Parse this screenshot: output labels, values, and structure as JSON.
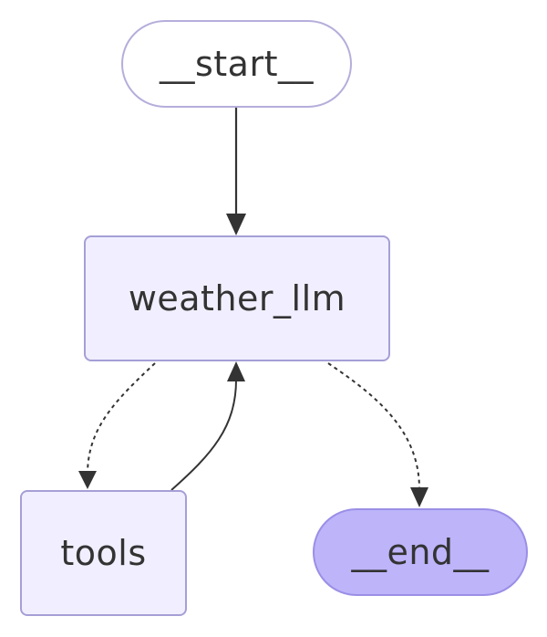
{
  "graph": {
    "nodes": {
      "start": {
        "label": "__start__"
      },
      "weather_llm": {
        "label": "weather_llm"
      },
      "tools": {
        "label": "tools"
      },
      "end": {
        "label": "__end__"
      }
    },
    "edges": [
      {
        "from": "__start__",
        "to": "weather_llm",
        "style": "solid"
      },
      {
        "from": "weather_llm",
        "to": "tools",
        "style": "dashed"
      },
      {
        "from": "tools",
        "to": "weather_llm",
        "style": "solid"
      },
      {
        "from": "weather_llm",
        "to": "__end__",
        "style": "dashed"
      }
    ]
  },
  "colors": {
    "node_fill": "#f1efff",
    "node_border": "#a59fd6",
    "end_fill": "#bdb4fa",
    "edge": "#333333",
    "text": "#333333"
  }
}
